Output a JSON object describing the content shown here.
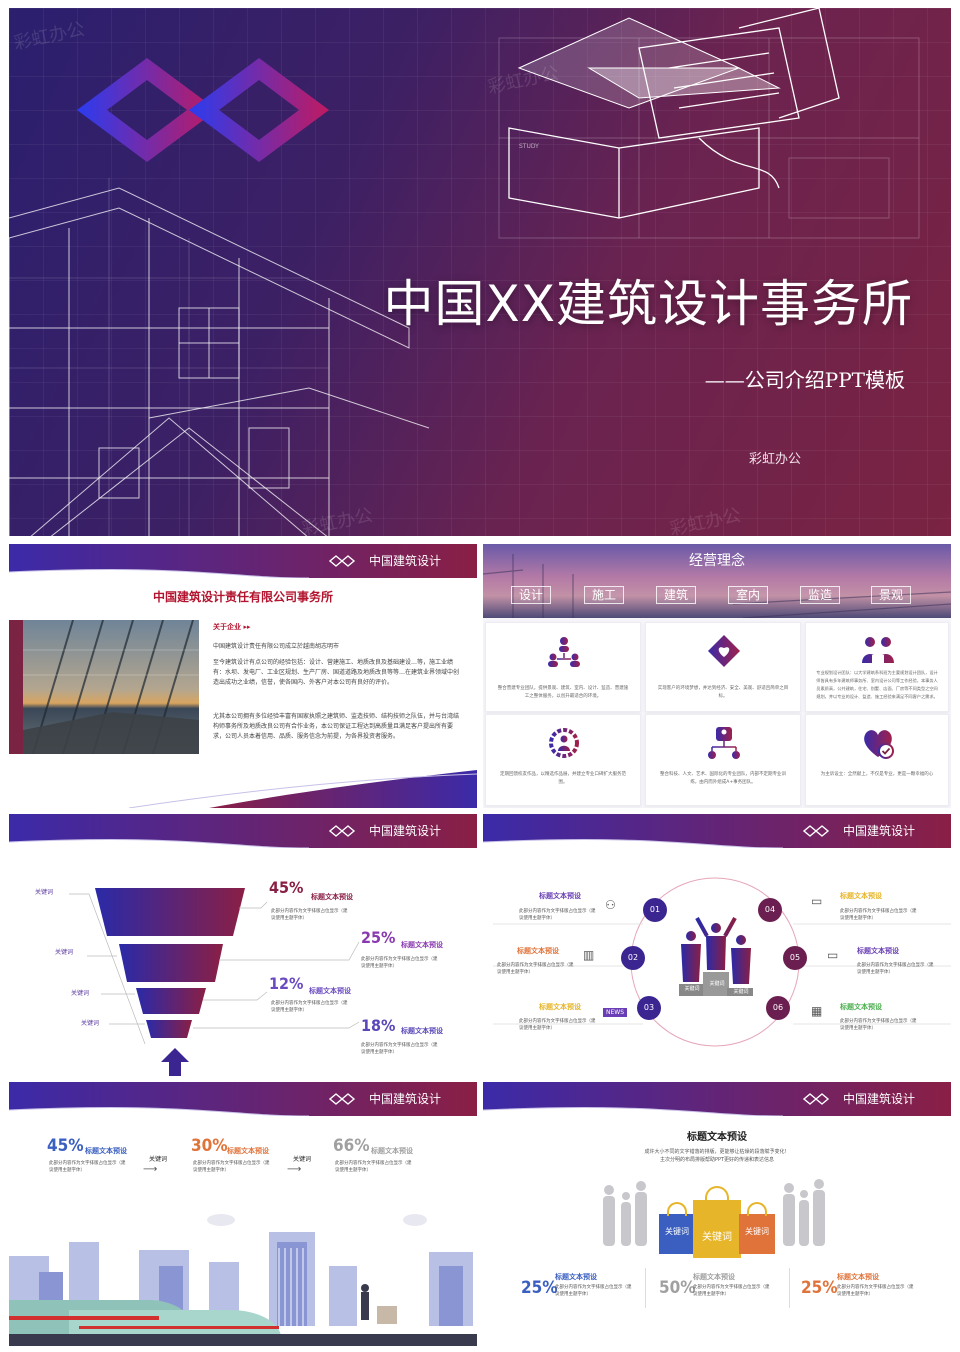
{
  "cover": {
    "title": "中国XX建筑设计事务所",
    "subtitle": "——公司介绍PPT模板",
    "brand": "彩虹办公",
    "watermarks": [
      "彩虹办公",
      "彩虹办公",
      "彩虹办公",
      "彩虹办公"
    ]
  },
  "header": {
    "title": "中国建筑设计"
  },
  "slide_about": {
    "heading": "中国建筑设计责任有限公司事务所",
    "label": "关于企业",
    "paragraphs": [
      "中国建筑设计责任有限公司成立於越南胡志明市",
      "至今建筑设计有点公司的经验包括：设计、营建施工、地质改良及基础建设…等，施工业绩有：水坝、发电厂、工业区规划、生产厂房、国道道路及地质改良等等…在建筑业界领域中创造出成功之业绩，信誉，使各国内、外客户对本公司有良好的评价。",
      "尤其本公司拥有多位经验丰富有国家执照之建筑师、监造技师、结构技师之队伍，并与台湾结构师事务所及地质改良公司有合作业务，本公司保证工程达到高质量且满足客户提出所有要求，公司人员本着信用、品质、服务信念为前提，为各界投资者服务。"
    ]
  },
  "slide_concept": {
    "title": "经营理念",
    "tags": [
      "设计",
      "施工",
      "建筑",
      "室内",
      "监造",
      "景观"
    ],
    "cards": [
      {
        "icon": "team-icon",
        "text": "整合营建专业团队，提供景观、建筑、室内、设计、监造、营建施工之整体服务，以创升最适合的环境。"
      },
      {
        "icon": "house-heart-icon",
        "text": "实现客户的环境梦想，并达到经济、安全、美观、舒适且简单之目标。"
      },
      {
        "icon": "collaboration-icon",
        "text": "专业规划设计团队：以大学建筑系科班为主要规划设计团队，设计师皆具有多年建筑师事务所、室内设计公司等工作经验，本事务人员素质高，公共建筑，住宅、别墅、店面、厂房等不同类型之空间规划，并以专业的设计、监造、施工经验来满足不同客户之需求。"
      },
      {
        "icon": "gear-person-icon",
        "text": "定期回馈校友作品，以精选作品展，并建立专业口碑扩大服务范围。"
      },
      {
        "icon": "network-person-icon",
        "text": "整合科技、人文、艺术、国际化的专业团队，内部不定期专业训练，由内而外组成A+事务团队。"
      },
      {
        "icon": "heart-check-icon",
        "text": "为主诉设立：全然献上，不仅是专业，更是一颗幸福的心"
      }
    ]
  },
  "slide_funnel": {
    "keywords": [
      "关键词",
      "关键词",
      "关键词",
      "关键词"
    ],
    "items": [
      {
        "pct": "45%",
        "title": "标题文本预设",
        "desc": "此部分内容作为文字排版占位显示（建议使用主题字体）"
      },
      {
        "pct": "25%",
        "title": "标题文本预设",
        "desc": "此部分内容作为文字排版占位显示（建议使用主题字体）"
      },
      {
        "pct": "12%",
        "title": "标题文本预设",
        "desc": "此部分内容作为文字排版占位显示（建议使用主题字体）"
      },
      {
        "pct": "18%",
        "title": "标题文本预设",
        "desc": "此部分内容作为文字排版占位显示（建议使用主题字体）"
      }
    ]
  },
  "slide_circle": {
    "nodes": [
      "01",
      "02",
      "03",
      "04",
      "05",
      "06"
    ],
    "podium": [
      "关键词",
      "关键词",
      "关键词"
    ],
    "items": [
      {
        "title": "标题文本预设",
        "desc": "此部分内容作为文字排版占位显示（建议使用主题字体）",
        "color": "#6a3fb5"
      },
      {
        "title": "标题文本预设",
        "desc": "此部分内容作为文字排版占位显示（建议使用主题字体）",
        "color": "#e0733a"
      },
      {
        "title": "标题文本预设",
        "desc": "此部分内容作为文字排版占位显示（建议使用主题字体）",
        "color": "#e6b52a"
      },
      {
        "title": "标题文本预设",
        "desc": "此部分内容作为文字排版占位显示（建议使用主题字体）",
        "color": "#e6b52a"
      },
      {
        "title": "标题文本预设",
        "desc": "此部分内容作为文字排版占位显示（建议使用主题字体）",
        "color": "#6a3fb5"
      },
      {
        "title": "标题文本预设",
        "desc": "此部分内容作为文字排版占位显示（建议使用主题字体）",
        "color": "#4caf50"
      }
    ]
  },
  "slide_progress": {
    "steps": [
      {
        "pct": "45%",
        "title": "标题文本预设",
        "desc": "此部分内容作为文字排版占位显示（建议使用主题字体）",
        "color": "#3a5fc0"
      },
      {
        "pct": "30%",
        "title": "标题文本预设",
        "desc": "此部分内容作为文字排版占位显示（建议使用主题字体）",
        "color": "#e0733a"
      },
      {
        "pct": "66%",
        "title": "标题文本预设",
        "desc": "此部分内容作为文字排版占位显示（建议使用主题字体）",
        "color": "#a0a0a0"
      }
    ],
    "arrows": [
      "关键词",
      "关键词"
    ]
  },
  "slide_shopping": {
    "title": "标题文本预设",
    "lines": [
      "成许大小不同的文字错落的排版，更能够让枯燥的段落賦予变化！",
      "主次分明的布局排版帮助PPT更好的传递和表达信息"
    ],
    "bags": [
      "关键词",
      "关键词",
      "关键词"
    ],
    "stats": [
      {
        "pct": "25%",
        "title": "标题文本预设",
        "desc": "此部分内容作为文字排版占位显示（建议使用主题字体）",
        "color": "#3a5fc0"
      },
      {
        "pct": "50%",
        "title": "标题文本预设",
        "desc": "此部分内容作为文字排版占位显示（建议使用主题字体）",
        "color": "#a0a0a0"
      },
      {
        "pct": "25%",
        "title": "标题文本预设",
        "desc": "此部分内容作为文字排版占位显示（建议使用主题字体）",
        "color": "#e0733a"
      }
    ]
  }
}
